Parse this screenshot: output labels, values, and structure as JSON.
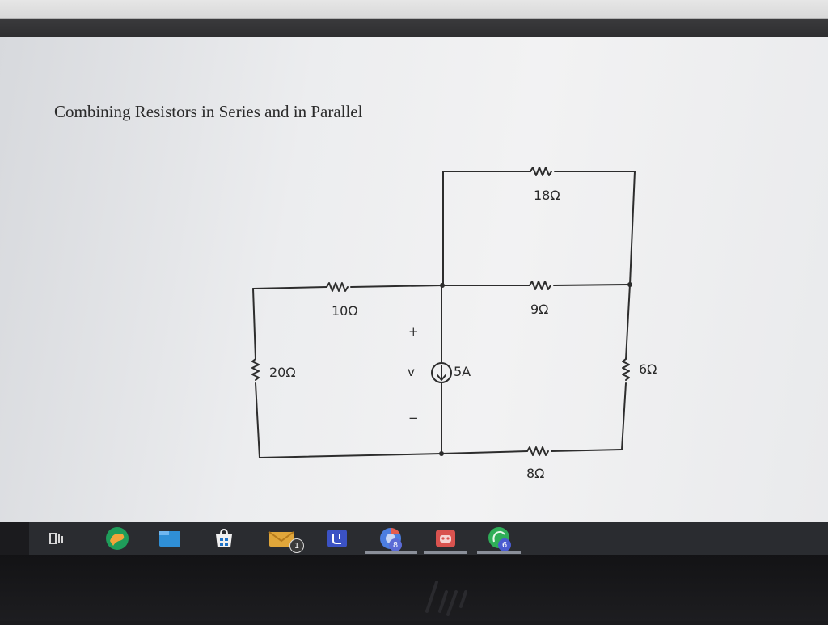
{
  "document": {
    "title": "Combining Resistors in Series and in Parallel"
  },
  "circuit": {
    "resistors": {
      "r18": "18Ω",
      "r10": "10Ω",
      "r9": "9Ω",
      "r20": "20Ω",
      "r6": "6Ω",
      "r8": "8Ω"
    },
    "source": {
      "label": "5A",
      "voltage_label": "v",
      "plus": "+",
      "minus": "−"
    }
  },
  "taskbar": {
    "badges": {
      "mail": "1",
      "chrome": "8",
      "whatsapp": "6"
    },
    "colors": {
      "edge": "#1f9d5a",
      "explorer": "#2f8fd6",
      "store": "#1e73c8",
      "mail": "#e0a63a",
      "teams": "#3b52c4",
      "chrome": "#4c7ee0",
      "discord": "#d9534f",
      "whatsapp": "#2fae58"
    }
  }
}
